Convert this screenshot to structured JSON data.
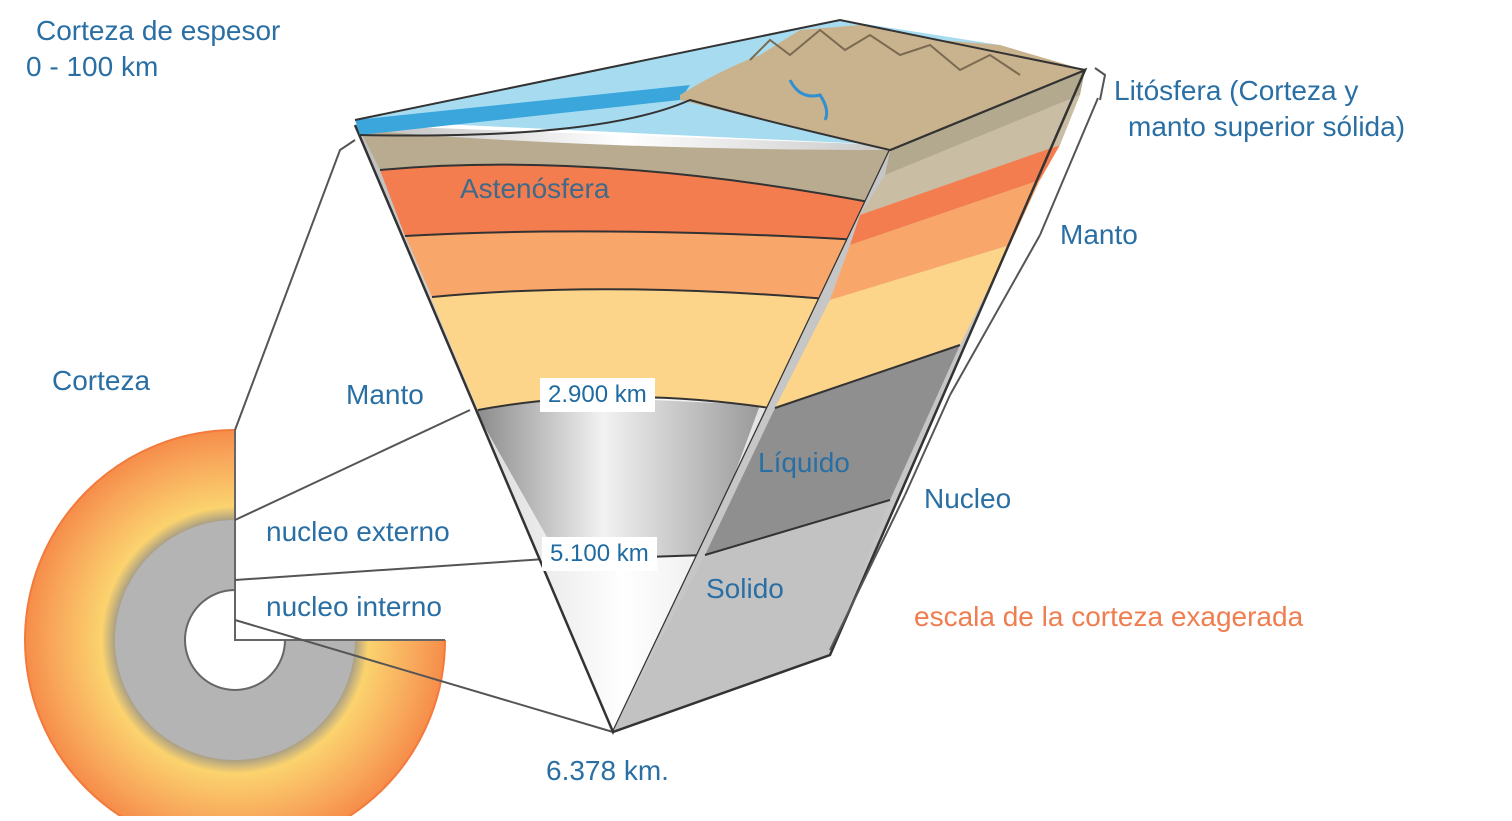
{
  "labels": {
    "crust_thickness_line1": "Corteza de espesor",
    "crust_thickness_line2": "0 - 100 km",
    "lithosphere_line1": "Litósfera (Corteza y",
    "lithosphere_line2": "manto superior sólida)",
    "asthenosphere": "Astenósfera",
    "mantle_right": "Manto",
    "crust_left": "Corteza",
    "mantle_center": "Manto",
    "depth_mantle": "2.900 km",
    "liquid": "Líquido",
    "core_right": "Nucleo",
    "outer_core": "nucleo externo",
    "depth_outer_core": "5.100 km",
    "solid": "Solido",
    "inner_core": "nucleo interno",
    "scale_note": "escala de la corteza exagerada",
    "depth_center": "6.378 km."
  },
  "colors": {
    "ocean": "#a7dcf0",
    "ocean_stripe": "#3aa6dc",
    "land": "#c9b38e",
    "lithosphere": "#a99e85",
    "asthenosphere": "#f47d4f",
    "upper_mantle": "#f9a66a",
    "lower_mantle": "#fcd58b",
    "outer_core": "#a9a9a9",
    "inner_core": "#d9d9d9",
    "label_blue": "#2a6fa3",
    "label_orange": "#f07d4f"
  }
}
